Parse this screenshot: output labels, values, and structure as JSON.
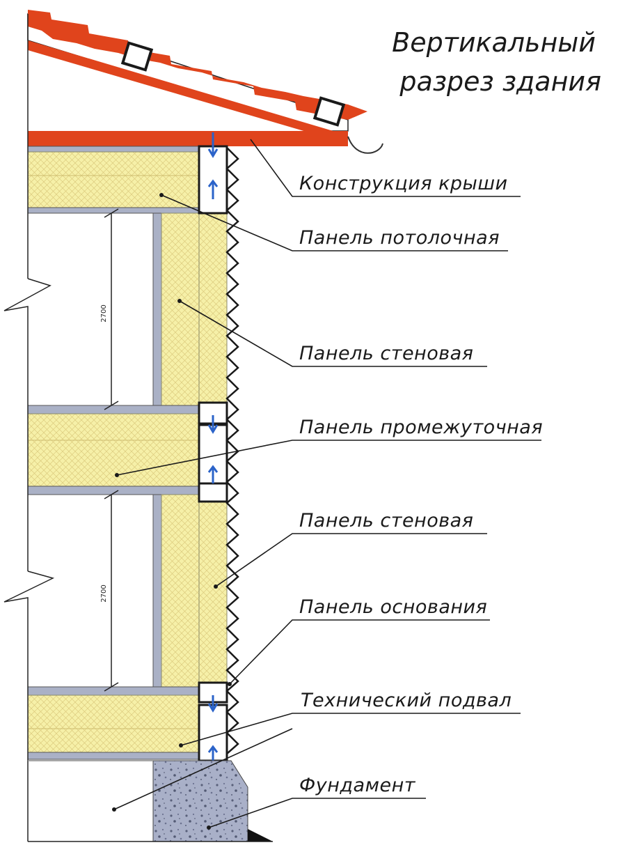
{
  "title": {
    "line1": "Вертикальный",
    "line2": "разрез здания"
  },
  "labels": {
    "roof": "Конструкция крыши",
    "ceiling_panel": "Панель потолочная",
    "wall_panel_upper": "Панель стеновая",
    "intermediate_panel": "Панель промежуточная",
    "wall_panel_lower": "Панель стеновая",
    "base_panel": "Панель основания",
    "basement": "Технический подвал",
    "foundation": "Фундамент"
  },
  "dimensions": {
    "upper_height": "2700",
    "lower_height": "2700"
  },
  "colors": {
    "roof": "#e0441c",
    "insulation": "#f6f0a8",
    "insulation_mesh": "#d9c777",
    "beam": "#aab1c6",
    "concrete": "#a7aec6",
    "connector": "#2b63c9"
  }
}
